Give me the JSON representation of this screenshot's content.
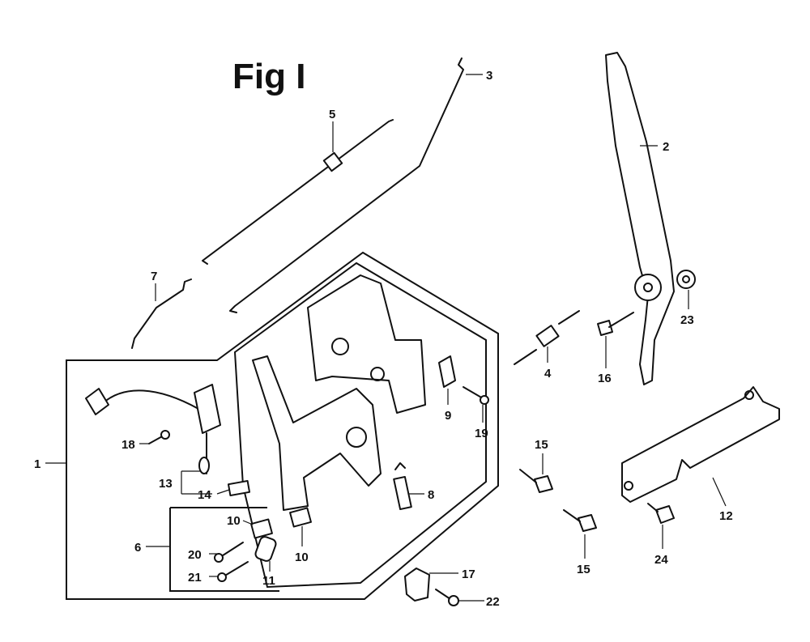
{
  "title": "Fig I",
  "callouts": {
    "p1": "1",
    "p2": "2",
    "p3": "3",
    "p4": "4",
    "p5": "5",
    "p6": "6",
    "p7": "7",
    "p8": "8",
    "p9": "9",
    "p10a": "10",
    "p10b": "10",
    "p11": "11",
    "p12": "12",
    "p13": "13",
    "p14": "14",
    "p15a": "15",
    "p15b": "15",
    "p16": "16",
    "p17": "17",
    "p18": "18",
    "p19": "19",
    "p20": "20",
    "p21": "21",
    "p22": "22",
    "p23": "23",
    "p24": "24"
  }
}
